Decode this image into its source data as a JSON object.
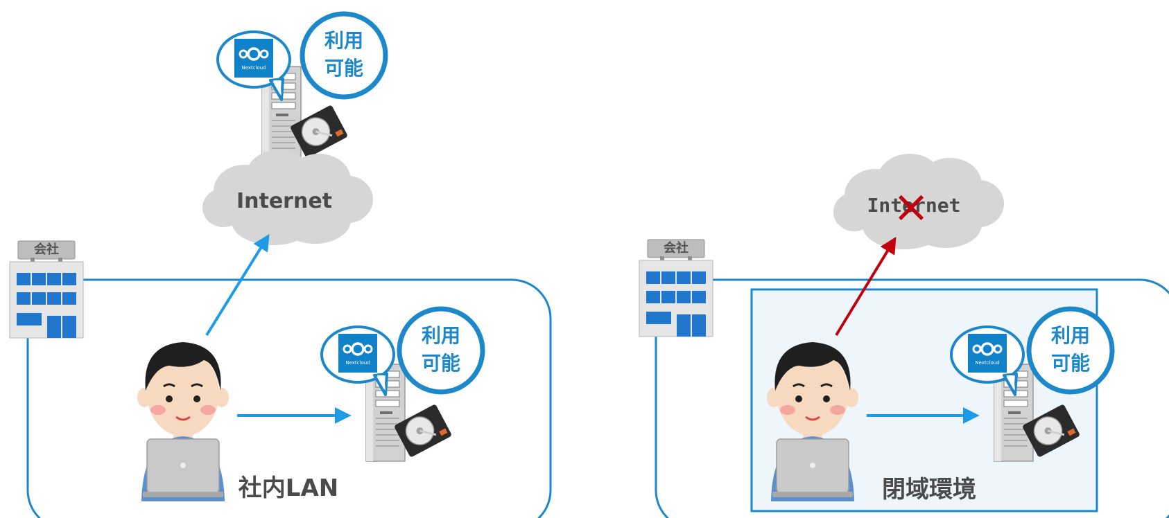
{
  "colors": {
    "frame_blue": "#1c87c9",
    "arrow_blue": "#1e9be6",
    "arrow_red": "#c0000d",
    "cloud_gray": "#d6d6d6",
    "closed_fill": "#eef6fc",
    "text_dark": "#4a4a4a",
    "nextcloud_blue": "#0f82c9"
  },
  "left_panel": {
    "cloud_label": "Internet",
    "server_badge": {
      "line1": "利用",
      "line2": "可能"
    },
    "lan_badge": {
      "line1": "利用",
      "line2": "可能"
    },
    "network_label": "社内LAN",
    "building_sign": "会社",
    "app_logo_text": "Nextcloud"
  },
  "right_panel": {
    "cloud_label": "Internet",
    "blocked_mark": "×",
    "lan_badge": {
      "line1": "利用",
      "line2": "可能"
    },
    "network_label": "閉域環境",
    "building_sign": "会社",
    "app_logo_text": "Nextcloud"
  },
  "icons": [
    "cloud-icon",
    "server-icon",
    "hard-disk-icon",
    "office-building-icon",
    "person-with-laptop-icon",
    "nextcloud-logo-icon",
    "speech-bubble-icon"
  ]
}
